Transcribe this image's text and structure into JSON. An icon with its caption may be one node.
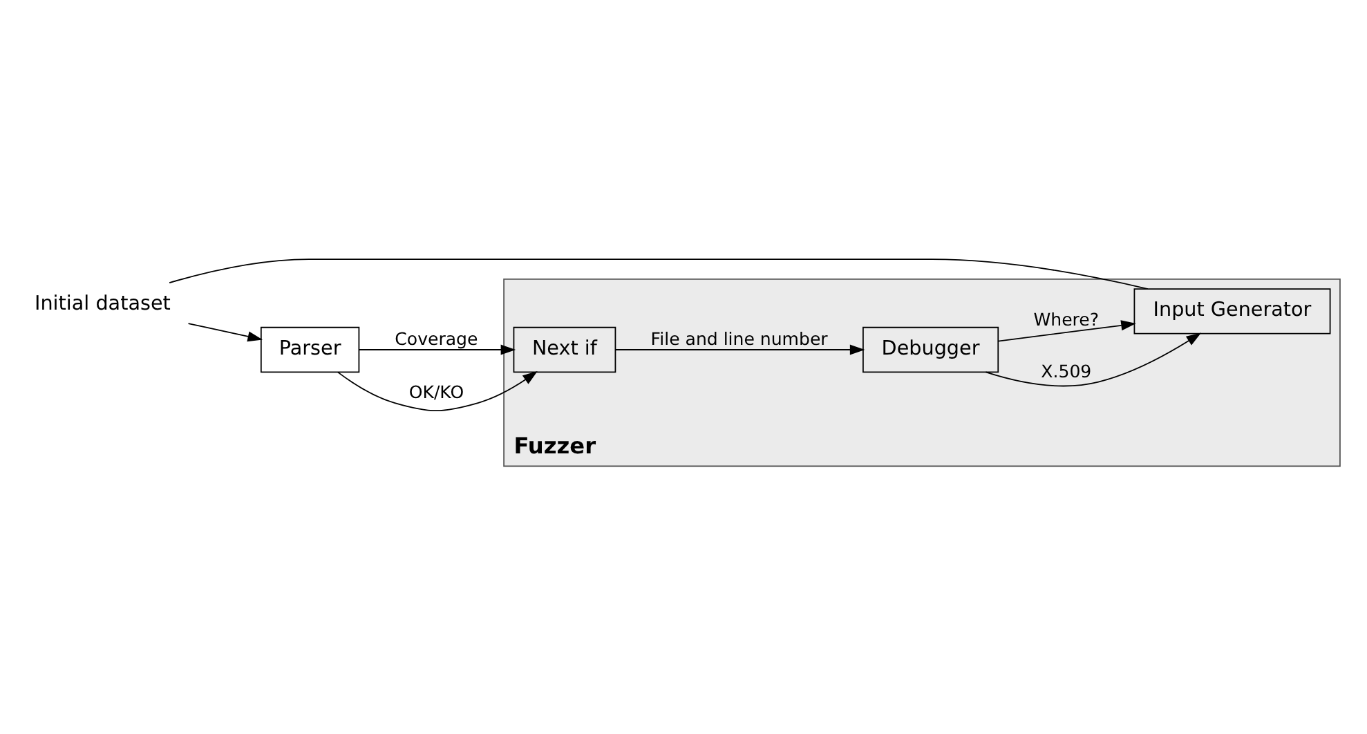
{
  "diagram": {
    "nodes": [
      {
        "text": [
          "Initial dataset"
        ]
      },
      {
        "text": [
          "Fuzzer"
        ]
      },
      {
        "text": [
          "Input Generator"
        ],
        "in": 1
      },
      {
        "text": [
          "Debugger"
        ],
        "in": 1
      },
      {
        "text": [
          "Parser"
        ]
      },
      {
        "text": [
          "Next if"
        ],
        "in": 1
      }
    ],
    "edges": [
      {
        "from": 0,
        "to": 2,
        "arrow": "none"
      },
      {
        "from": 0,
        "to": 4,
        "arrow": "to"
      },
      {
        "from": 4,
        "to": 5,
        "arrow": "to",
        "label": "OK/KO"
      },
      {
        "from": 4,
        "to": 5,
        "arrow": "to",
        "label": "Coverage"
      },
      {
        "from": 5,
        "to": 3,
        "arrow": "to",
        "label": "File and line number"
      },
      {
        "from": 3,
        "to": 2,
        "arrow": "to",
        "label": "X.509"
      },
      {
        "from": 3,
        "to": 2,
        "arrow": "to",
        "label": "Where?"
      }
    ]
  }
}
